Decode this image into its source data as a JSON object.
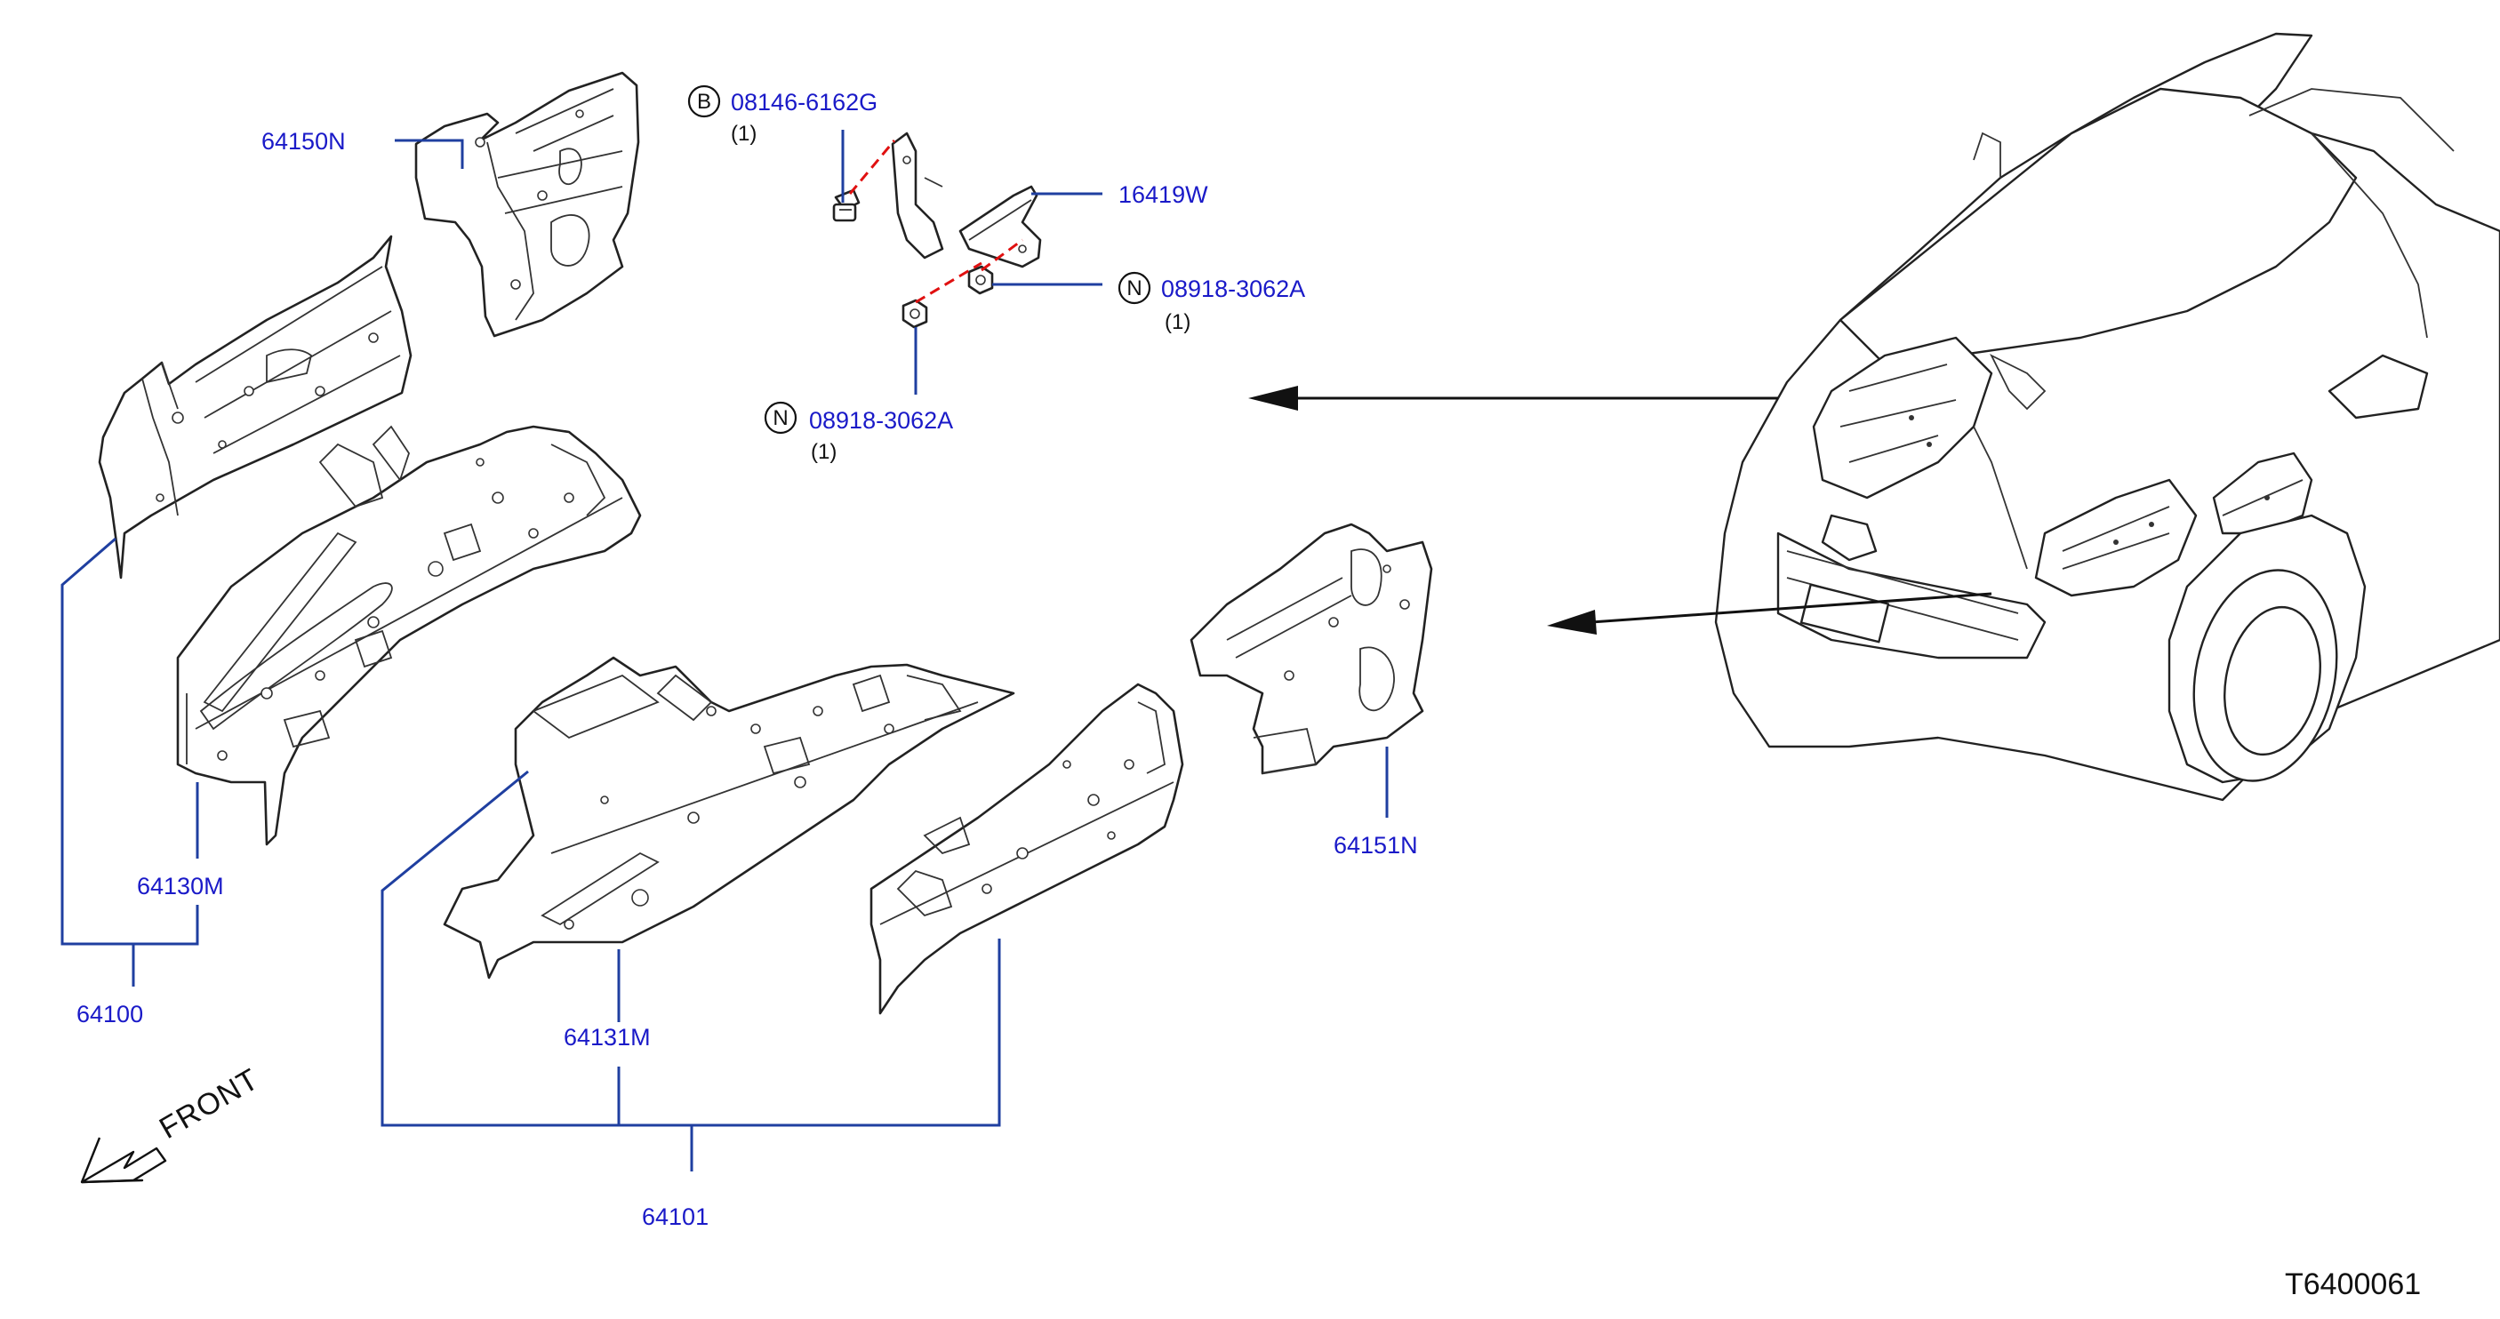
{
  "parts": {
    "p64150N": "64150N",
    "p16419W": "16419W",
    "p64130M": "64130M",
    "p64100": "64100",
    "p64131M": "64131M",
    "p64101": "64101",
    "p64151N": "64151N"
  },
  "fasteners": {
    "bolt": {
      "symbol": "B",
      "part": "08146-6162G",
      "qty": "(1)"
    },
    "nut_right": {
      "symbol": "N",
      "part": "08918-3062A",
      "qty": "(1)"
    },
    "nut_left": {
      "symbol": "N",
      "part": "08918-3062A",
      "qty": "(1)"
    }
  },
  "front_indicator": "FRONT",
  "diagram_code": "T6400061",
  "colors": {
    "label": "#1a1ac8",
    "leader": "#1f3fa0",
    "ink": "#222222",
    "dashed_guide": "#e01010"
  }
}
